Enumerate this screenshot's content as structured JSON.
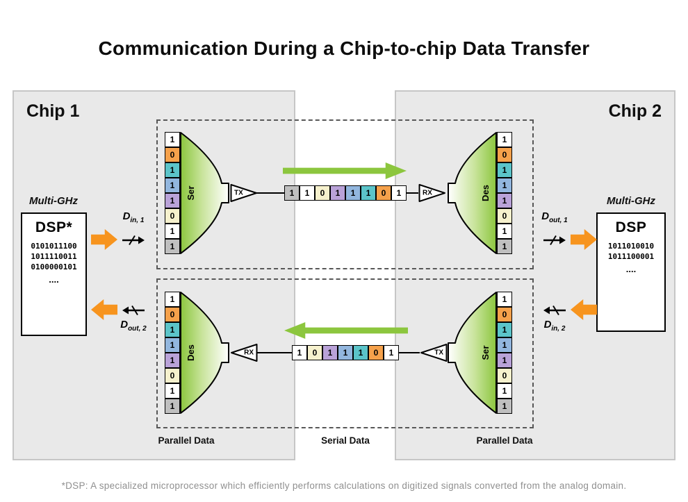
{
  "title": "Communication During a Chip-to-chip Data Transfer",
  "footnote": "*DSP: A specialized microprocessor which efficiently performs calculations on digitized signals converted from the analog domain.",
  "legend": {
    "parallel_left": "Parallel Data",
    "serial": "Serial Data",
    "parallel_right": "Parallel Data"
  },
  "chip1": {
    "label": "Chip 1",
    "clock": "Multi-GHz",
    "dsp_title": "DSP*",
    "binary": [
      "0101011100",
      "1011110011",
      "0100000101"
    ],
    "ellipsis": "....",
    "d_in": {
      "base": "D",
      "sub": "in, 1"
    },
    "d_out": {
      "base": "D",
      "sub": "out, 2"
    }
  },
  "chip2": {
    "label": "Chip 2",
    "clock": "Multi-GHz",
    "dsp_title": "DSP",
    "binary": [
      "1011010010",
      "1011100001"
    ],
    "ellipsis": "....",
    "d_out": {
      "base": "D",
      "sub": "out, 1"
    },
    "d_in": {
      "base": "D",
      "sub": "in, 2"
    }
  },
  "top_path": {
    "ser": "Ser",
    "tx": "TX",
    "rx": "RX",
    "des": "Des",
    "parallel_left": [
      {
        "v": "1",
        "c": "bit_white"
      },
      {
        "v": "0",
        "c": "bit_orange"
      },
      {
        "v": "1",
        "c": "bit_teal"
      },
      {
        "v": "1",
        "c": "bit_blue"
      },
      {
        "v": "1",
        "c": "bit_purple"
      },
      {
        "v": "0",
        "c": "bit_cream"
      },
      {
        "v": "1",
        "c": "bit_white"
      },
      {
        "v": "1",
        "c": "bit_gray"
      }
    ],
    "serial": [
      {
        "v": "1",
        "c": "bit_gray"
      },
      {
        "v": "1",
        "c": "bit_white"
      },
      {
        "v": "0",
        "c": "bit_cream"
      },
      {
        "v": "1",
        "c": "bit_purple"
      },
      {
        "v": "1",
        "c": "bit_blue"
      },
      {
        "v": "1",
        "c": "bit_teal"
      },
      {
        "v": "0",
        "c": "bit_orange"
      },
      {
        "v": "1",
        "c": "bit_white"
      }
    ],
    "parallel_right": [
      {
        "v": "1",
        "c": "bit_white"
      },
      {
        "v": "0",
        "c": "bit_orange"
      },
      {
        "v": "1",
        "c": "bit_teal"
      },
      {
        "v": "1",
        "c": "bit_blue"
      },
      {
        "v": "1",
        "c": "bit_purple"
      },
      {
        "v": "0",
        "c": "bit_cream"
      },
      {
        "v": "1",
        "c": "bit_white"
      },
      {
        "v": "1",
        "c": "bit_gray"
      }
    ]
  },
  "bottom_path": {
    "des": "Des",
    "rx": "RX",
    "tx": "TX",
    "ser": "Ser",
    "parallel_left": [
      {
        "v": "1",
        "c": "bit_white"
      },
      {
        "v": "0",
        "c": "bit_orange"
      },
      {
        "v": "1",
        "c": "bit_teal"
      },
      {
        "v": "1",
        "c": "bit_blue"
      },
      {
        "v": "1",
        "c": "bit_purple"
      },
      {
        "v": "0",
        "c": "bit_cream"
      },
      {
        "v": "1",
        "c": "bit_white"
      },
      {
        "v": "1",
        "c": "bit_gray"
      }
    ],
    "serial": [
      {
        "v": "1",
        "c": "bit_white"
      },
      {
        "v": "0",
        "c": "bit_cream"
      },
      {
        "v": "1",
        "c": "bit_purple"
      },
      {
        "v": "1",
        "c": "bit_blue"
      },
      {
        "v": "1",
        "c": "bit_teal"
      },
      {
        "v": "0",
        "c": "bit_orange"
      },
      {
        "v": "1",
        "c": "bit_white"
      }
    ],
    "parallel_right": [
      {
        "v": "1",
        "c": "bit_white"
      },
      {
        "v": "0",
        "c": "bit_orange"
      },
      {
        "v": "1",
        "c": "bit_teal"
      },
      {
        "v": "1",
        "c": "bit_blue"
      },
      {
        "v": "1",
        "c": "bit_purple"
      },
      {
        "v": "0",
        "c": "bit_cream"
      },
      {
        "v": "1",
        "c": "bit_white"
      },
      {
        "v": "1",
        "c": "bit_gray"
      }
    ]
  },
  "colors": {
    "accent_orange": "#F7941E",
    "accent_green": "#8CC63E",
    "chip_bg": "#E9E9E9",
    "bit_white": "#FFFFFF",
    "bit_orange": "#F5A14B",
    "bit_teal": "#5BC4C9",
    "bit_blue": "#92B6DE",
    "bit_purple": "#B9A2D8",
    "bit_cream": "#F6F1CD",
    "bit_gray": "#BFBFBF"
  }
}
